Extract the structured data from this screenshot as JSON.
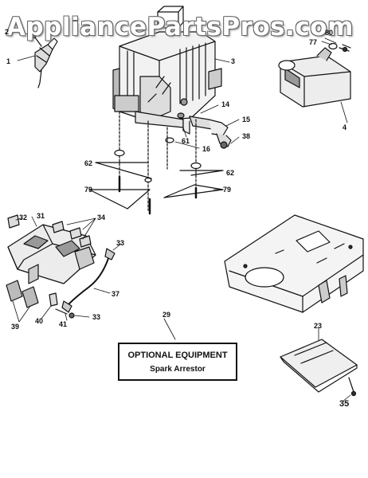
{
  "watermark": "AppliancePartsPros.com",
  "callouts": {
    "c1": "1",
    "c2": "2",
    "c3": "3",
    "c4": "4",
    "c14": "14",
    "c15": "15",
    "c16": "16",
    "c23": "23",
    "c29": "29",
    "c31": "31",
    "c32": "32",
    "c33a": "33",
    "c33b": "33",
    "c34": "34",
    "c35": "35",
    "c37": "37",
    "c38": "38",
    "c39": "39",
    "c40": "40",
    "c41": "41",
    "c61": "61",
    "c62a": "62",
    "c62b": "62",
    "c77": "77",
    "c79a": "79",
    "c79b": "79",
    "c80": "80"
  },
  "optional_box": {
    "title": "OPTIONAL EQUIPMENT",
    "subtitle": "Spark Arrestor"
  }
}
